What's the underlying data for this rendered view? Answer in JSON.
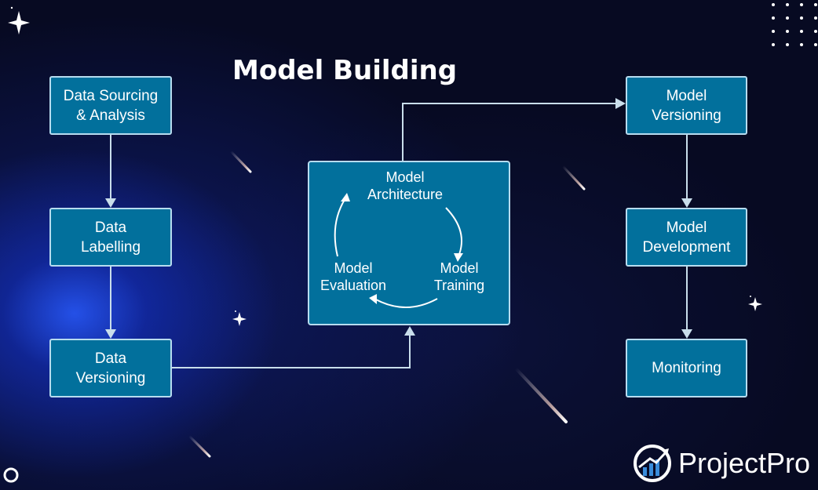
{
  "title": "Model Building",
  "pipeline": {
    "left_column": [
      {
        "label": "Data Sourcing\n& Analysis"
      },
      {
        "label": "Data\nLabelling"
      },
      {
        "label": "Data\nVersioning"
      }
    ],
    "center_cycle": {
      "architecture": "Model\nArchitecture",
      "training": "Model\nTraining",
      "evaluation": "Model\nEvaluation"
    },
    "right_column": [
      {
        "label": "Model\nVersioning"
      },
      {
        "label": "Model\nDevelopment"
      },
      {
        "label": "Monitoring"
      }
    ]
  },
  "brand": {
    "name": "ProjectPro",
    "icon": "chart-growth-logo-icon"
  },
  "colors": {
    "background": "#070a22",
    "box_fill": "#02709c",
    "box_border": "#b7dcef",
    "connector": "#c9deeb",
    "glow": "#2a5cff"
  }
}
